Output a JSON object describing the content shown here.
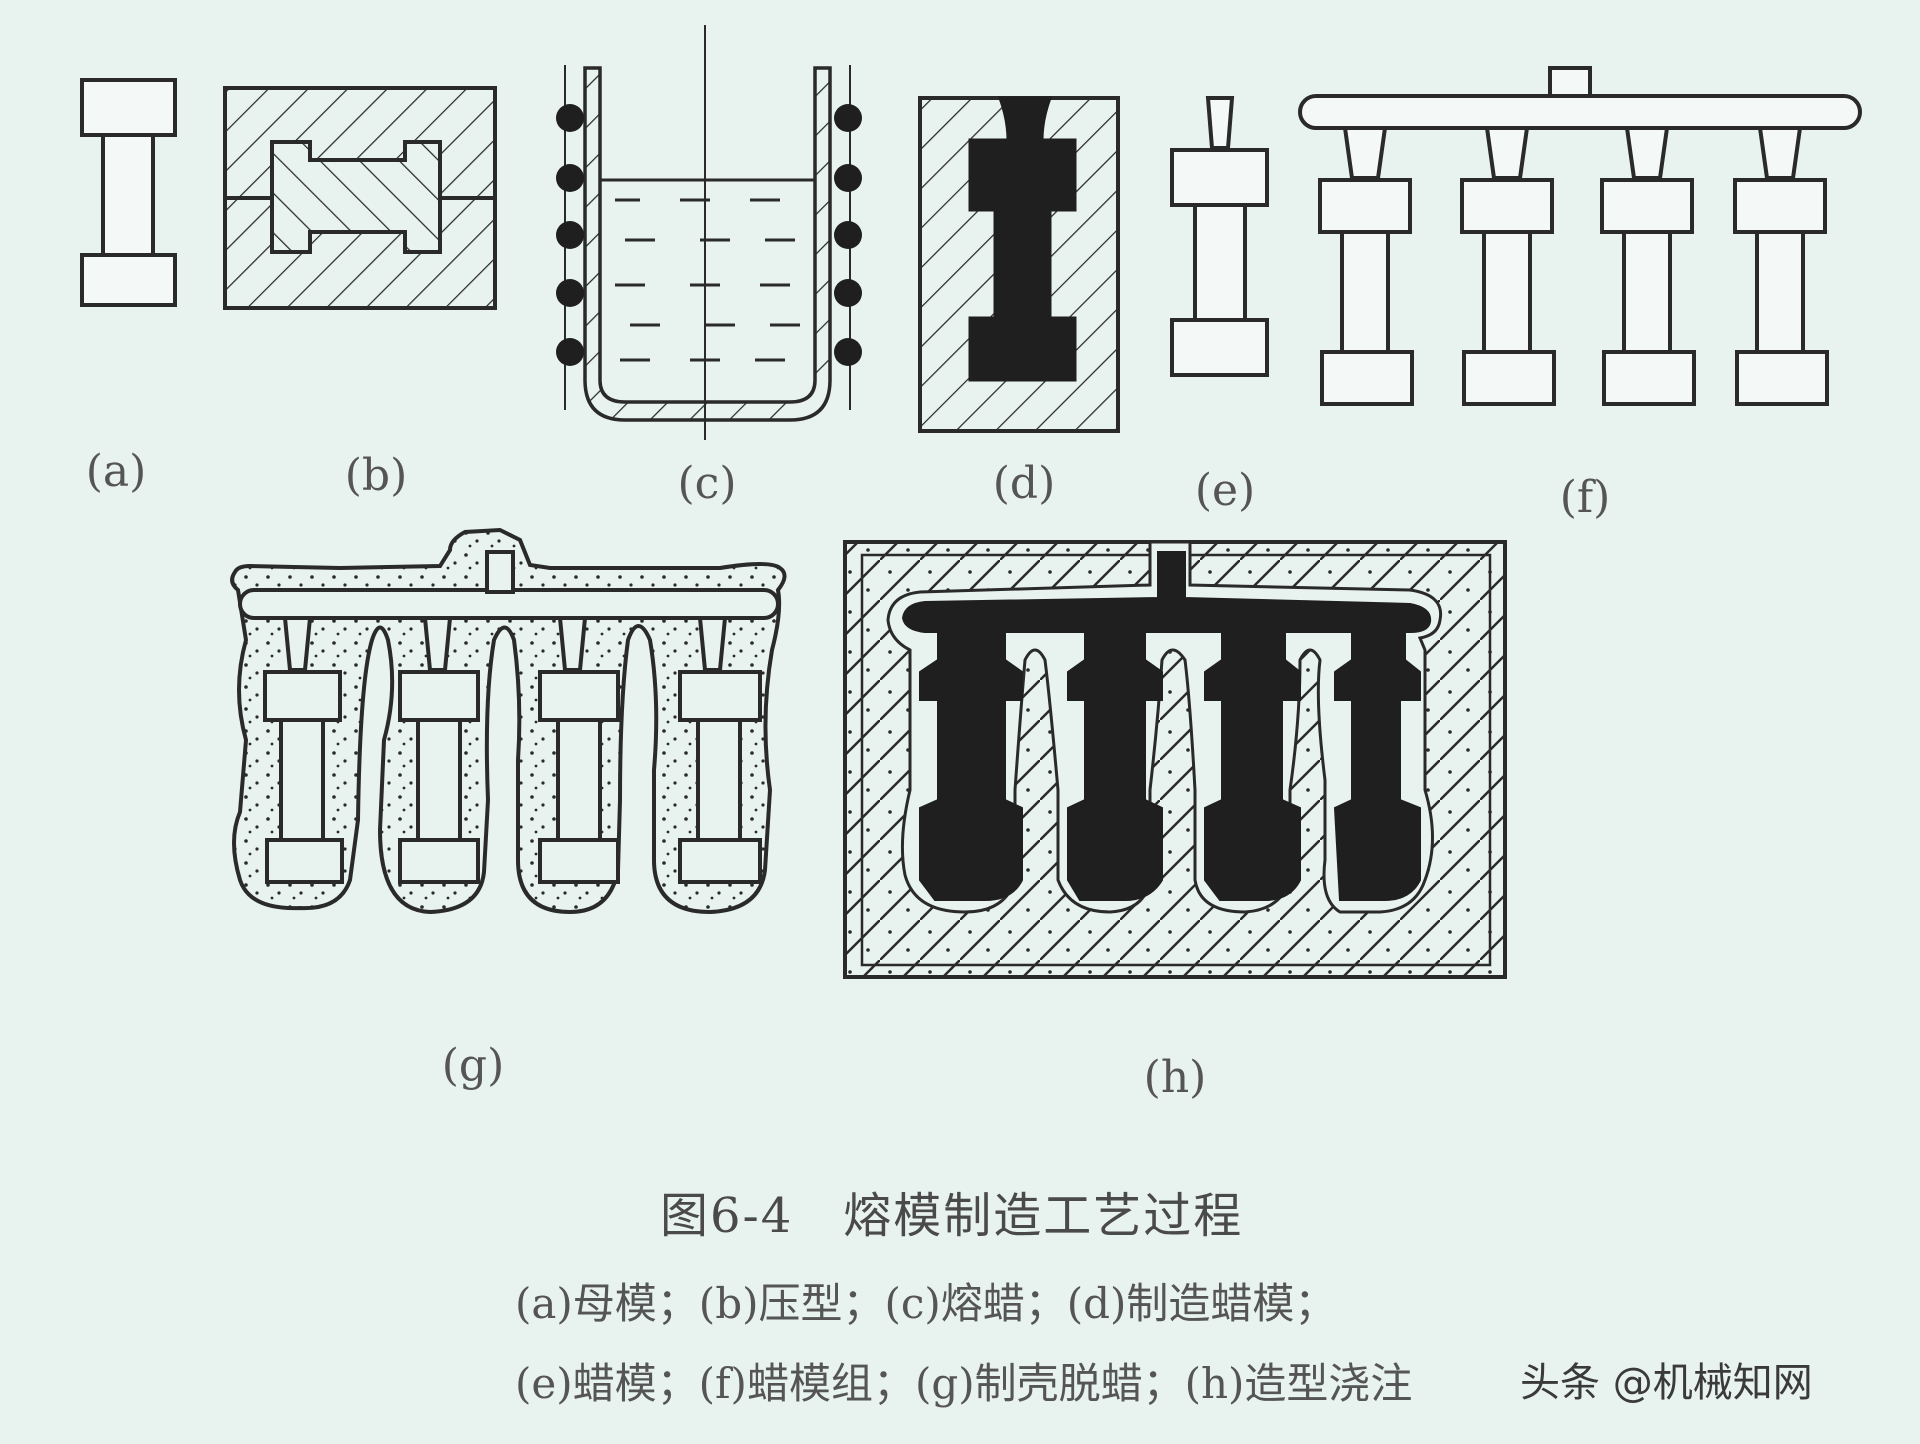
{
  "panels": {
    "a": "(a)",
    "b": "(b)",
    "c": "(c)",
    "d": "(d)",
    "e": "(e)",
    "f": "(f)",
    "g": "(g)",
    "h": "(h)"
  },
  "caption": {
    "title": "图6-4　熔模制造工艺过程",
    "line1": "(a)母模；(b)压型；(c)熔蜡；(d)制造蜡模；",
    "line2": "(e)蜡模；(f)蜡模组；(g)制壳脱蜡；(h)造型浇注"
  },
  "watermark": "头条 @机械知网",
  "colors": {
    "background": "#e8f2ef",
    "ink": "#2a2a2a",
    "fill_dark": "#1f1f1f"
  }
}
